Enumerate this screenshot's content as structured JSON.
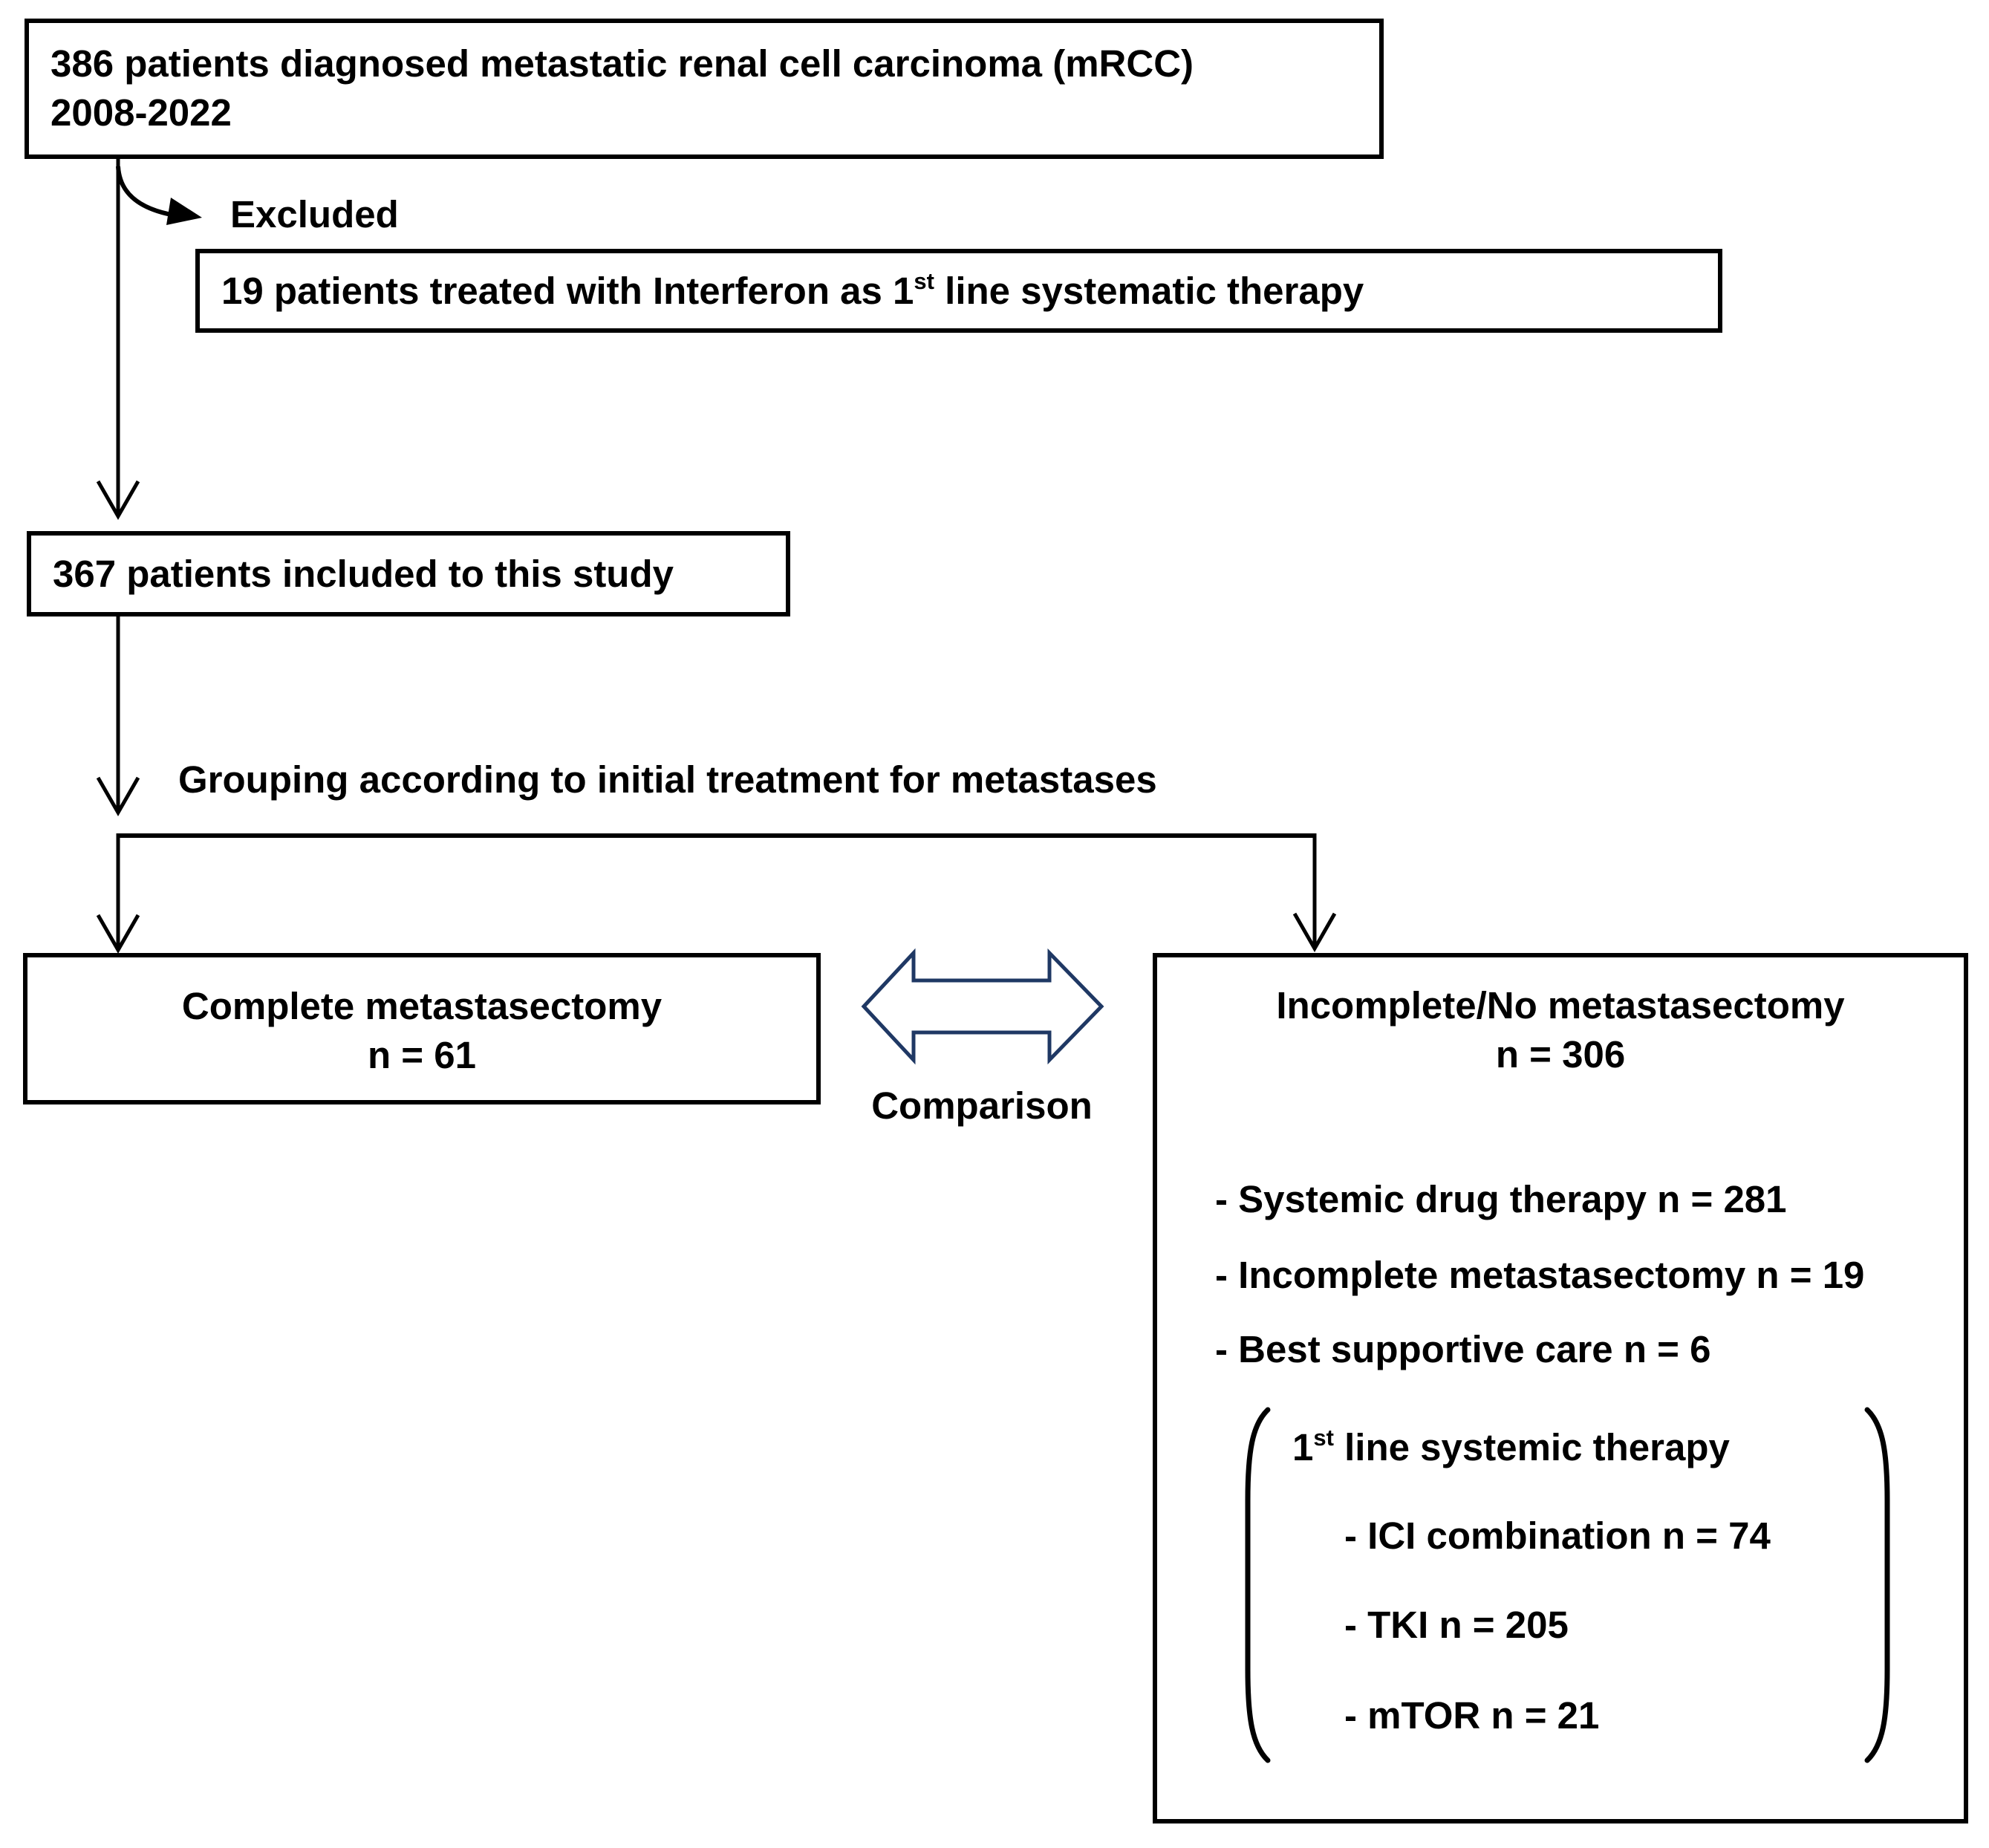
{
  "diagram": {
    "top_box": {
      "line1": "386 patients diagnosed metastatic renal cell carcinoma (mRCC)",
      "line2": "2008-2022"
    },
    "excluded": {
      "label": "Excluded",
      "box_text_pre": "19 patients treated with Interferon as 1",
      "box_text_sup": "st",
      "box_text_post": " line systematic therapy"
    },
    "included_box": {
      "text": "367 patients included to this study"
    },
    "grouping_label": "Grouping according to initial treatment for metastases",
    "left_box": {
      "line1": "Complete metastasectomy",
      "line2": "n = 61"
    },
    "comparison_label": "Comparison",
    "right_box": {
      "title": "Incomplete/No metastasectomy",
      "subtitle": "n = 306",
      "items": [
        "- Systemic drug therapy n = 281",
        "- Incomplete metastasectomy n = 19",
        "- Best supportive care n = 6"
      ],
      "first_line_group": {
        "title_pre": "1",
        "title_sup": "st",
        "title_post": " line systemic therapy",
        "items": [
          "- ICI combination n = 74",
          "- TKI n = 205",
          "- mTOR n = 21"
        ]
      }
    },
    "colors": {
      "comparison_arrow_outline": "#1f3864",
      "line_color": "#000000",
      "background": "#ffffff"
    }
  }
}
